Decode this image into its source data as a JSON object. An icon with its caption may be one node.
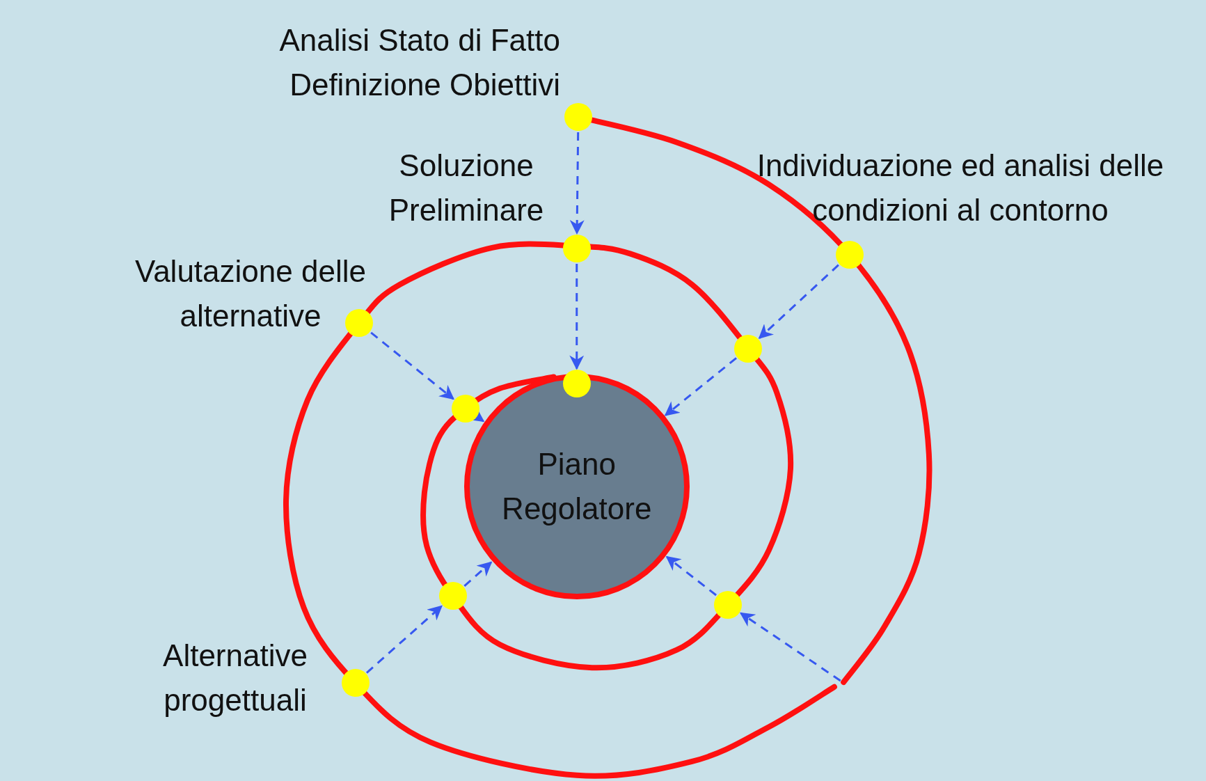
{
  "diagram": {
    "nodes": [
      {
        "text": [],
        "shape": "circle",
        "beside": [
          "Analisi Stato di Fatto",
          "Definizione Obiettivi"
        ]
      },
      {
        "text": [],
        "shape": "circle",
        "beside": [
          "Soluzione Preliminare"
        ]
      },
      {
        "text": [],
        "shape": "circle",
        "beside": [
          "Individuazione ed analisi delle condizioni al contorno"
        ]
      },
      {
        "text": [],
        "shape": "circle"
      },
      {
        "text": [],
        "shape": "circle",
        "beside": [
          "Valutazione delle alternative"
        ]
      },
      {
        "text": [],
        "shape": "circle"
      },
      {
        "text": [],
        "shape": "circle"
      },
      {
        "text": [
          "Piano Regolatore"
        ]
      },
      {
        "text": [],
        "shape": "circle"
      },
      {
        "text": [],
        "shape": "circle",
        "beside": [
          "Alternative progettuali"
        ]
      },
      {
        "text": [],
        "shape": "circle"
      }
    ],
    "edges": [
      {
        "from": 0,
        "to": 1,
        "arrow": "to",
        "style": "dashed"
      },
      {
        "from": 1,
        "to": 6,
        "arrow": "to",
        "style": "dashed"
      },
      {
        "from": 2,
        "to": 3,
        "arrow": "to",
        "style": "dashed"
      },
      {
        "from": 3,
        "to": 7,
        "arrow": "to",
        "style": "dashed"
      },
      {
        "from": 4,
        "to": 5,
        "arrow": "to",
        "style": "dashed"
      },
      {
        "from": 5,
        "to": 7,
        "arrow": "to",
        "style": "dashed"
      },
      {
        "from": 9,
        "to": 8,
        "arrow": "to",
        "style": "dashed"
      },
      {
        "from": 8,
        "to": 7,
        "arrow": "to",
        "style": "dashed"
      },
      {
        "from": null,
        "to": 10,
        "arrow": "to",
        "style": "dashed"
      },
      {
        "from": 10,
        "to": 7,
        "arrow": "to",
        "style": "dashed"
      },
      {
        "from": 0,
        "to": null,
        "arrow": "none",
        "style": "thick",
        "color": "#ff1010"
      }
    ]
  }
}
